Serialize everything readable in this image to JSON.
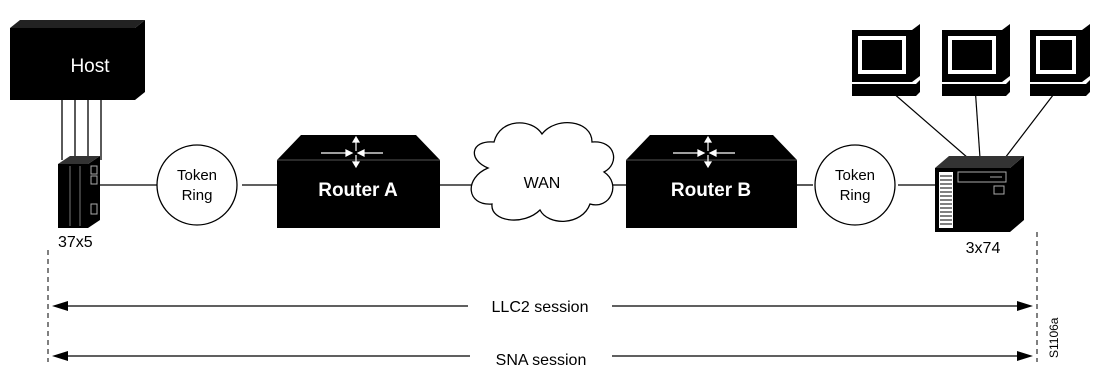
{
  "nodes": {
    "host": "Host",
    "fep": "37x5",
    "token_ring_left": [
      "Token",
      "Ring"
    ],
    "router_a": "Router A",
    "wan": "WAN",
    "router_b": "Router B",
    "token_ring_right": [
      "Token",
      "Ring"
    ],
    "controller": "3x74"
  },
  "sessions": {
    "llc2": "LLC2 session",
    "sna": "SNA session"
  },
  "figure_id": "S1106a"
}
